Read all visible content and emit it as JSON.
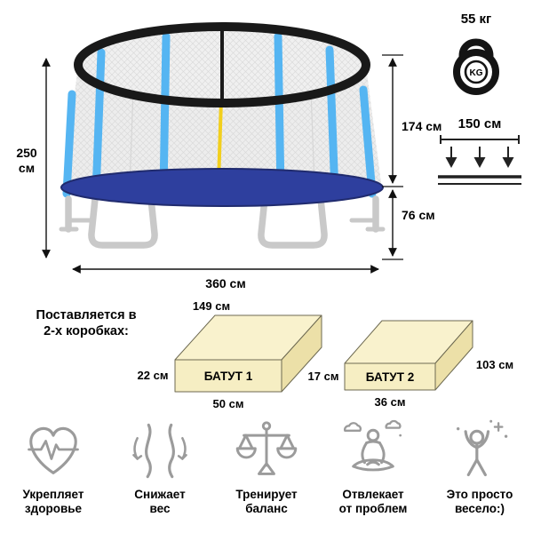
{
  "trampoline": {
    "total_height_line1": "250",
    "total_height_line2": "см",
    "net_height": "174 см",
    "frame_height": "76 см",
    "total_width": "360 см"
  },
  "capacity": {
    "max_weight": "55 кг",
    "kettlebell_badge": "KG",
    "mat_width": "150 см"
  },
  "packaging": {
    "intro_line1": "Поставляется в",
    "intro_line2": "2-х коробках:",
    "boxes": [
      {
        "name": "БАТУТ 1",
        "length": "149 см",
        "height": "22 см",
        "width": "50 см"
      },
      {
        "name": "БАТУТ 2",
        "length": "103 см",
        "height": "17 см",
        "width": "36 см"
      }
    ]
  },
  "benefits": [
    {
      "line1": "Укрепляет",
      "line2": "здоровье"
    },
    {
      "line1": "Снижает",
      "line2": "вес"
    },
    {
      "line1": "Тренирует",
      "line2": "баланс"
    },
    {
      "line1": "Отвлекает",
      "line2": "от проблем"
    },
    {
      "line1": "Это просто",
      "line2": "весело:)"
    }
  ],
  "colors": {
    "pole_blue": "#55b5f2",
    "pad_blue": "#2e3f9e",
    "net_grey": "#ededed",
    "frame_black": "#191919",
    "box_cream": "#f6eec3",
    "icon_grey": "#9b9b9b"
  }
}
